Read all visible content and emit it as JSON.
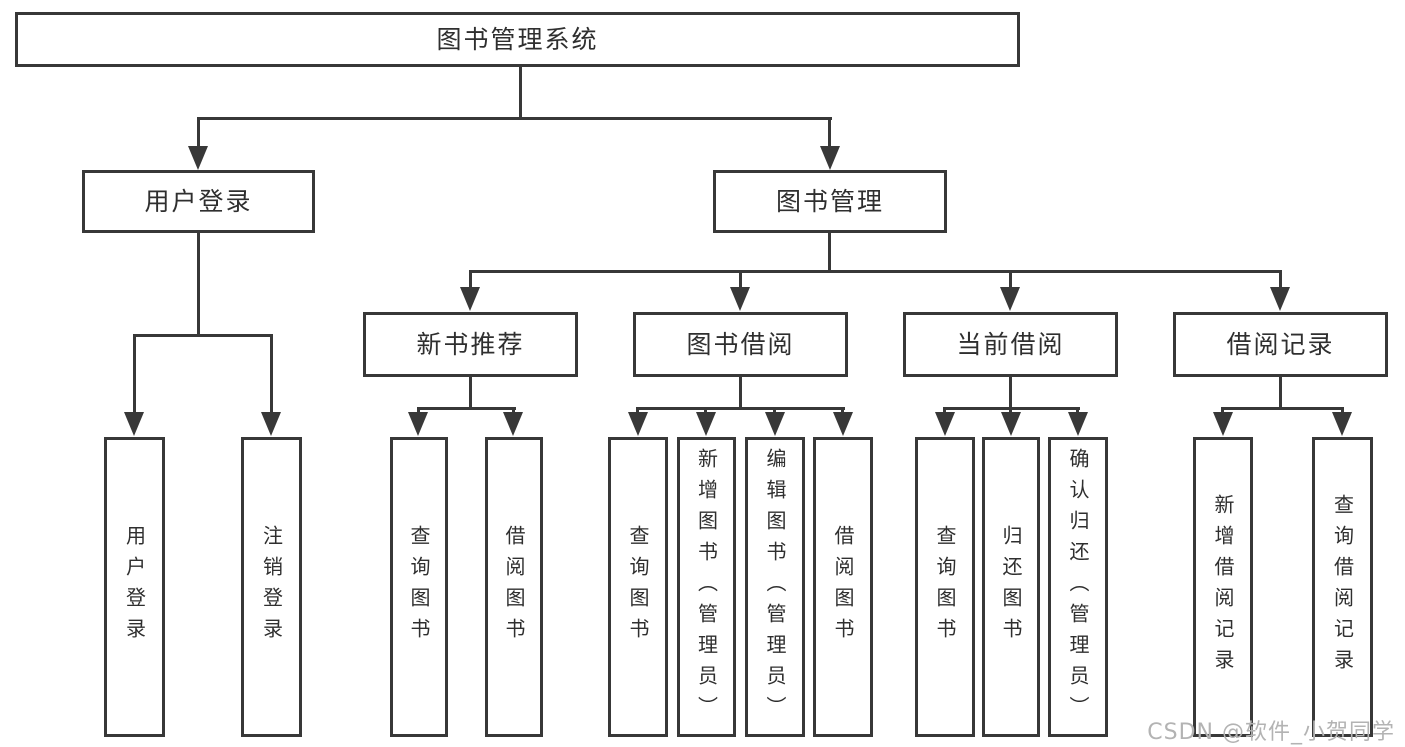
{
  "diagram": {
    "root": {
      "label": "图书管理系统"
    },
    "branches": [
      {
        "label": "用户登录",
        "children": [
          {
            "label": "用户登录"
          },
          {
            "label": "注销登录"
          }
        ]
      },
      {
        "label": "图书管理",
        "children": [
          {
            "label": "新书推荐",
            "children": [
              {
                "label": "查询图书"
              },
              {
                "label": "借阅图书"
              }
            ]
          },
          {
            "label": "图书借阅",
            "children": [
              {
                "label": "查询图书"
              },
              {
                "label": "新增图书（管理员）"
              },
              {
                "label": "编辑图书（管理员）"
              },
              {
                "label": "借阅图书"
              }
            ]
          },
          {
            "label": "当前借阅",
            "children": [
              {
                "label": "查询图书"
              },
              {
                "label": "归还图书"
              },
              {
                "label": "确认归还（管理员）"
              }
            ]
          },
          {
            "label": "借阅记录",
            "children": [
              {
                "label": "新增借阅记录"
              },
              {
                "label": "查询借阅记录"
              }
            ]
          }
        ]
      }
    ]
  },
  "watermark": {
    "text": "CSDN @软件_小贺同学"
  },
  "colors": {
    "line": "#383838",
    "text": "#2f2f2f",
    "background": "#ffffff",
    "watermark": "#b3b3b3"
  }
}
